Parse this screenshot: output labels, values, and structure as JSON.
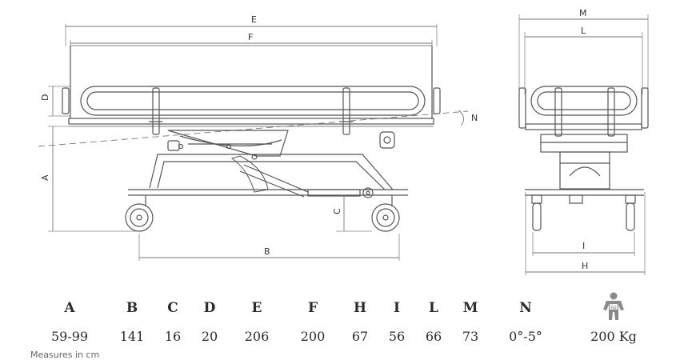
{
  "diagram": {
    "side_view_labels": {
      "E": "E",
      "F": "F",
      "D": "D",
      "N": "N",
      "A": "A",
      "C": "C",
      "B": "B"
    },
    "front_view_labels": {
      "M": "M",
      "L": "L",
      "I": "I",
      "H": "H"
    }
  },
  "specs": {
    "columns": [
      {
        "letter": "A",
        "value": "59-99"
      },
      {
        "letter": "B",
        "value": "141"
      },
      {
        "letter": "C",
        "value": "16"
      },
      {
        "letter": "D",
        "value": "20"
      },
      {
        "letter": "E",
        "value": "206"
      },
      {
        "letter": "F",
        "value": "200"
      },
      {
        "letter": "H",
        "value": "67"
      },
      {
        "letter": "I",
        "value": "56"
      },
      {
        "letter": "L",
        "value": "66"
      },
      {
        "letter": "M",
        "value": "73"
      },
      {
        "letter": "N",
        "value": "0°-5°"
      }
    ],
    "max_load": {
      "icon": "person-weight-icon",
      "value": "200 Kg"
    },
    "footnote": "Measures in cm"
  },
  "colors": {
    "line": "#555555",
    "dimension": "#777777",
    "text": "#2b2b2b",
    "icon": "#8a8a8a"
  }
}
